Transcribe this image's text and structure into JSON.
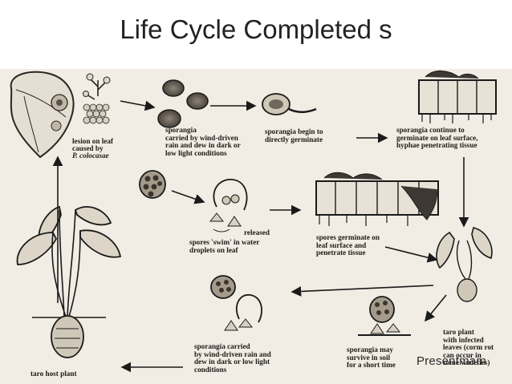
{
  "title": "Life Cycle Completed s",
  "watermark": "Presentmam",
  "captions": {
    "lesion_line1": "lesion on leaf",
    "lesion_line2": "caused by",
    "lesion_line3": "P. colocasae",
    "sporangia_wind": "sporangia\ncarried by wind-driven\nrain and dew in dark or\nlow light conditions",
    "germinate_direct": "sporangia begin to\ndirectly germinate",
    "germinate_surface": "sporangia continue to\ngerminate on leaf surface,\nhyphae penetrating tissue",
    "released": "released",
    "spores_swim": "spores 'swim' in water\ndroplets on leaf",
    "spores_germinate": "spores germinate on\nleaf surface and\npenetrate tissue",
    "sporangia_carried": "sporangia carried\nby wind-driven rain and\ndew in dark or low light\nconditions",
    "survive_soil": "sporangia may\nsurvive in soil\nfor a short time",
    "taro_infected": "taro plant\nwith infected\nleaves (corm rot\ncan occur in\nsome varieties)",
    "taro_host": "taro host plant"
  }
}
